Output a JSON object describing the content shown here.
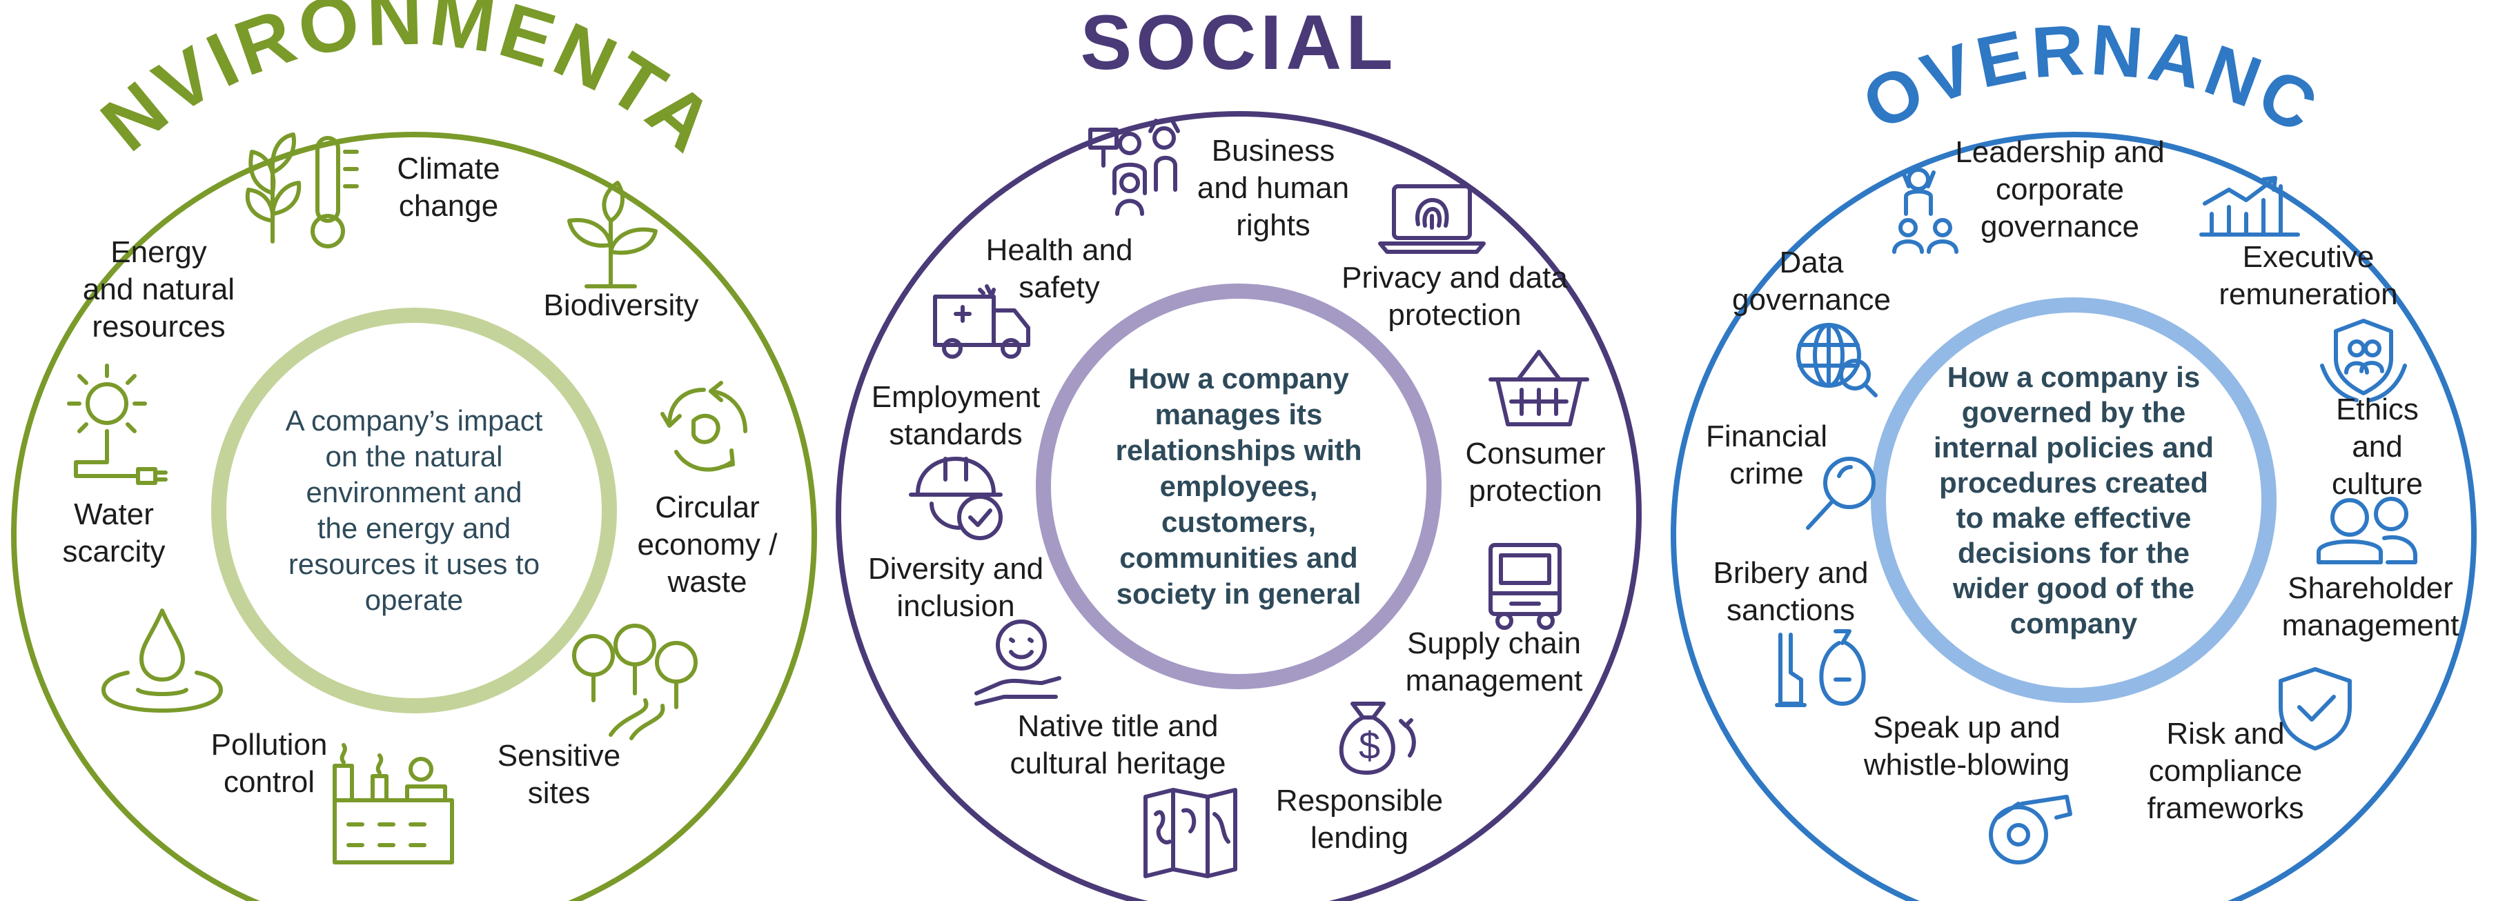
{
  "colors": {
    "environmental": "#7a9a2a",
    "environmental_inner": "#c4d39a",
    "social": "#4a3a78",
    "social_inner": "#a59ac4",
    "governance": "#2f78c4",
    "governance_inner": "#93b9e6",
    "center_text": "#2e4a5a",
    "label_text": "#1c1c1c"
  },
  "environmental": {
    "title": "ENVIRONMENTAL",
    "center": "A company’s impact\non the natural\nenvironment and\nthe energy and\nresources it uses to\noperate",
    "items": [
      {
        "label": "Climate\nchange",
        "icon": "plant-thermometer-icon"
      },
      {
        "label": "Biodiversity",
        "icon": "sprout-icon"
      },
      {
        "label": "Circular\neconomy /\nwaste",
        "icon": "recycle-icon"
      },
      {
        "label": "Sensitive\nsites",
        "icon": "forest-path-icon"
      },
      {
        "label": "Pollution\ncontrol",
        "icon": "factory-icon"
      },
      {
        "label": "Water\nscarcity",
        "icon": "water-drop-icon"
      },
      {
        "label": "Energy\nand natural\nresources",
        "icon": "solar-plug-icon"
      }
    ]
  },
  "social": {
    "title": "SOCIAL",
    "center": "How a company\nmanages its\nrelationships with\nemployees,\ncustomers,\ncommunities and\nsociety in general",
    "items": [
      {
        "label": "Business\nand human\nrights",
        "icon": "protest-icon"
      },
      {
        "label": "Privacy and data\nprotection",
        "icon": "fingerprint-laptop-icon"
      },
      {
        "label": "Consumer\nprotection",
        "icon": "shopping-basket-icon"
      },
      {
        "label": "Supply chain\nmanagement",
        "icon": "truck-icon"
      },
      {
        "label": "Responsible\nlending",
        "icon": "money-bag-icon"
      },
      {
        "label": "Native title and\ncultural heritage",
        "icon": "map-icon"
      },
      {
        "label": "Diversity and\ninclusion",
        "icon": "smiley-hand-icon"
      },
      {
        "label": "Employment\nstandards",
        "icon": "hardhat-check-icon"
      },
      {
        "label": "Health and\nsafety",
        "icon": "ambulance-icon"
      }
    ]
  },
  "governance": {
    "title": "GOVERNANCE",
    "center": "How a company is\ngoverned by the\ninternal policies and\nprocedures created\nto make effective\ndecisions for the\nwider good of the\ncompany",
    "items": [
      {
        "label": "Leadership and\ncorporate\ngovernance",
        "icon": "leadership-people-icon"
      },
      {
        "label": "Executive\nremuneration",
        "icon": "bar-chart-icon"
      },
      {
        "label": "Ethics and\nculture",
        "icon": "people-shield-icon"
      },
      {
        "label": "Shareholder\nmanagement",
        "icon": "two-people-icon"
      },
      {
        "label": "Risk and\ncompliance\nframeworks",
        "icon": "shield-check-icon"
      },
      {
        "label": "Speak up and\nwhistle-blowing",
        "icon": "whistle-icon"
      },
      {
        "label": "Bribery and\nsanctions",
        "icon": "bribery-icon"
      },
      {
        "label": "Financial\ncrime",
        "icon": "magnifier-icon"
      },
      {
        "label": "Data\ngovernance",
        "icon": "globe-search-icon"
      }
    ]
  }
}
